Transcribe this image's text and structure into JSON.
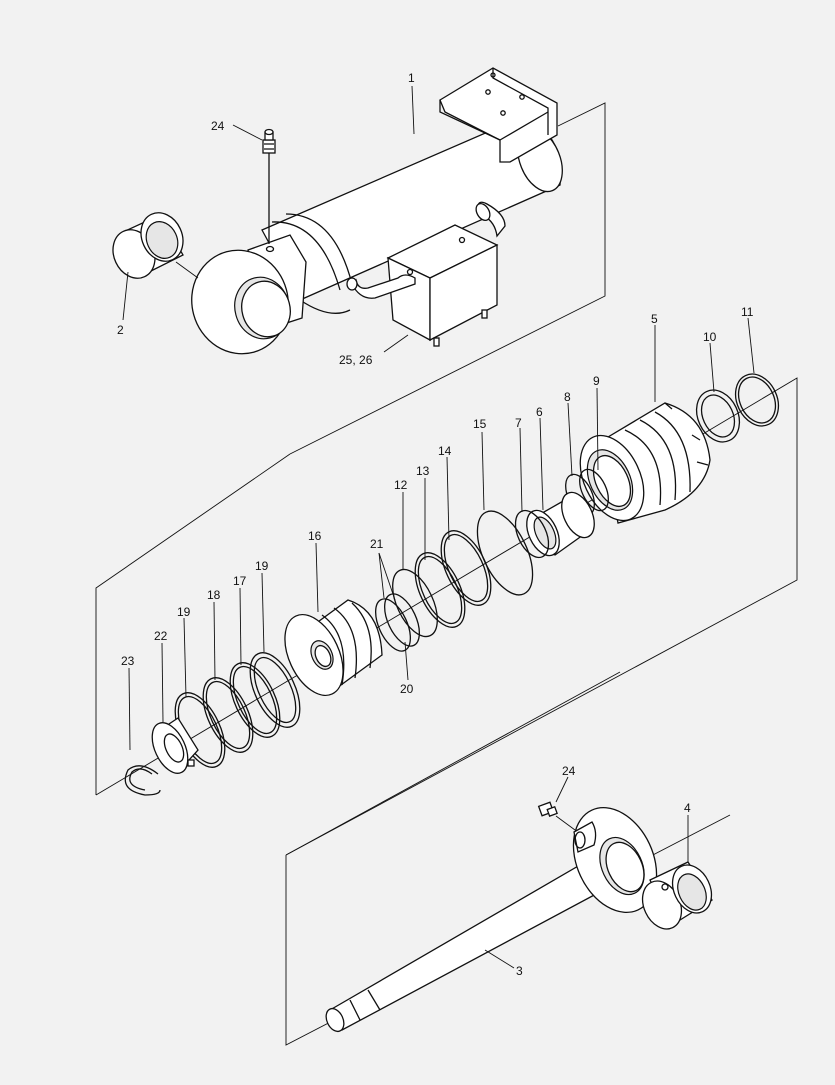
{
  "colors": {
    "background": "#f2f2f2",
    "line": "#111111",
    "part_fill": "#ffffff",
    "shade": "#e6e6e6"
  },
  "callouts": {
    "c1": "1",
    "c24a": "24",
    "c2": "2",
    "c2526": "25, 26",
    "c5": "5",
    "c10": "10",
    "c11": "11",
    "c9": "9",
    "c8": "8",
    "c6": "6",
    "c7": "7",
    "c15": "15",
    "c14": "14",
    "c13": "13",
    "c12": "12",
    "c21": "21",
    "c16": "16",
    "c20": "20",
    "c19a": "19",
    "c17": "17",
    "c18": "18",
    "c19b": "19",
    "c22": "22",
    "c23": "23",
    "c24b": "24",
    "c4": "4",
    "c3": "3"
  }
}
